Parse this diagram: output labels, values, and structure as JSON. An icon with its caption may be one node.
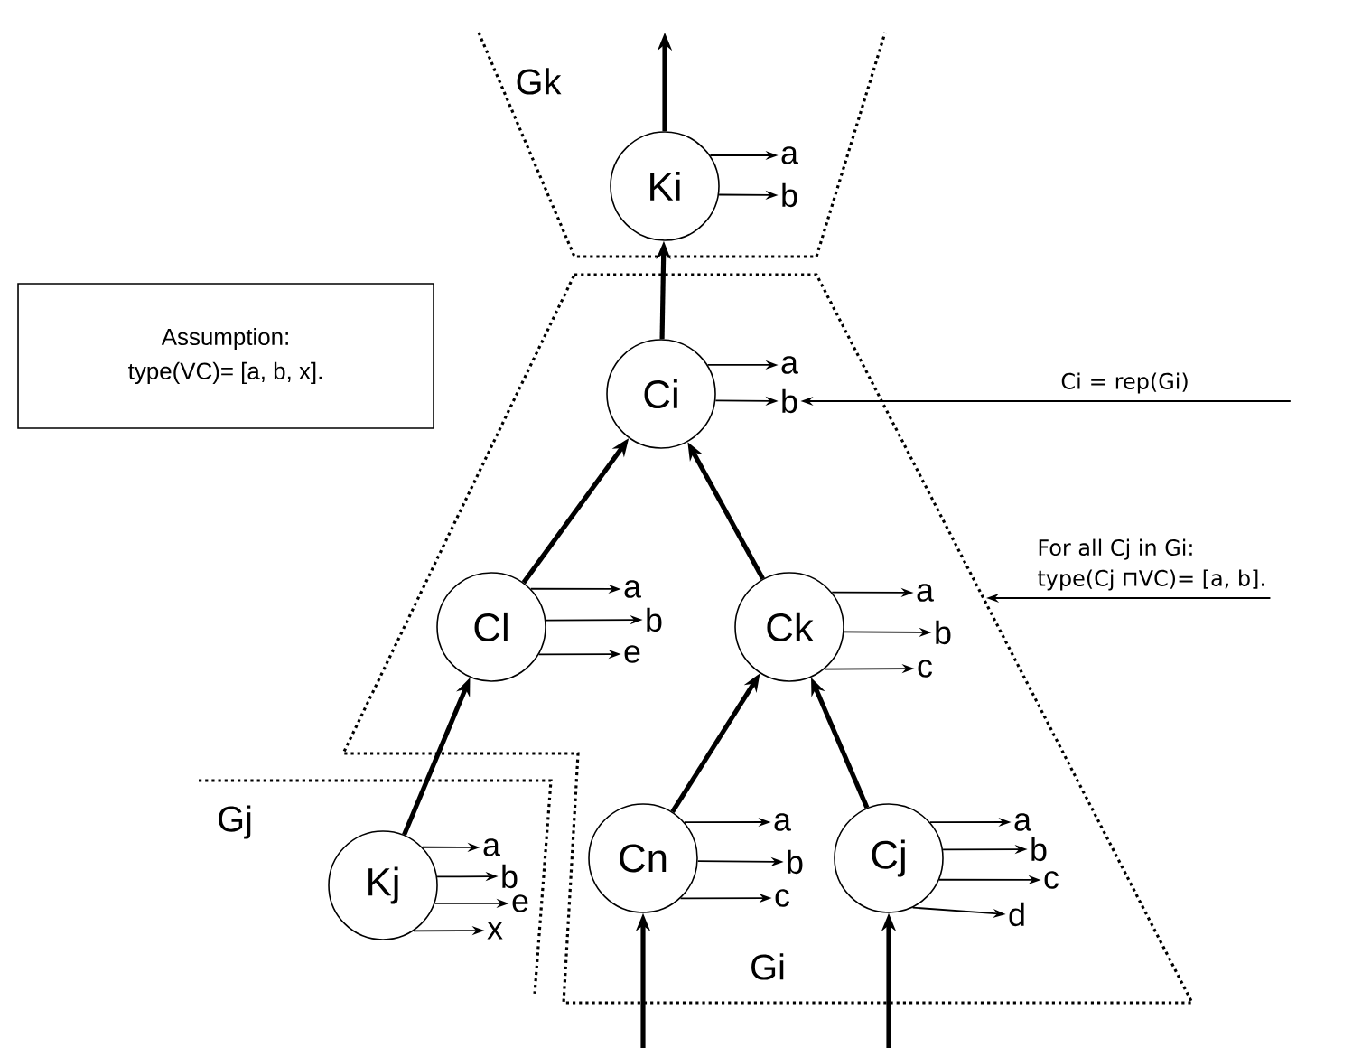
{
  "diagram": {
    "nodes": [
      {
        "text": [
          "Ki"
        ]
      },
      {
        "text": [
          "Ci"
        ]
      },
      {
        "text": [
          "Cl"
        ]
      },
      {
        "text": [
          "Ck"
        ]
      },
      {
        "text": [
          "Kj"
        ]
      },
      {
        "text": [
          "Cn"
        ]
      },
      {
        "text": [
          "Cj"
        ]
      },
      {
        "text": [
          "Assumption:",
          "type(VC)= [a, b, x]."
        ]
      },
      {
        "text": [
          "Ci = rep(Gi)"
        ]
      },
      {
        "text": [
          "For all Cj in Gi:",
          "type(Cj ⊓VC)= [a, b]."
        ]
      },
      {
        "text": [
          "a"
        ]
      },
      {
        "text": [
          "b"
        ]
      },
      {
        "text": [
          "a"
        ]
      },
      {
        "text": [
          "b"
        ]
      },
      {
        "text": [
          "a"
        ]
      },
      {
        "text": [
          "b"
        ]
      },
      {
        "text": [
          "e"
        ]
      },
      {
        "text": [
          "a"
        ]
      },
      {
        "text": [
          "b"
        ]
      },
      {
        "text": [
          "c"
        ]
      },
      {
        "text": [
          "a"
        ]
      },
      {
        "text": [
          "b"
        ]
      },
      {
        "text": [
          "e"
        ]
      },
      {
        "text": [
          "x"
        ]
      },
      {
        "text": [
          "a"
        ]
      },
      {
        "text": [
          "b"
        ]
      },
      {
        "text": [
          "c"
        ]
      },
      {
        "text": [
          "a"
        ]
      },
      {
        "text": [
          "b"
        ]
      },
      {
        "text": [
          "c"
        ]
      },
      {
        "text": [
          "d"
        ]
      }
    ],
    "edges": [
      {
        "from": 1,
        "to": 0,
        "arrow": "to",
        "style": "thick"
      },
      {
        "from": 2,
        "to": 1,
        "arrow": "to",
        "style": "thick"
      },
      {
        "from": 3,
        "to": 1,
        "arrow": "to",
        "style": "thick"
      },
      {
        "from": 4,
        "to": 2,
        "arrow": "to",
        "style": "thick"
      },
      {
        "from": 5,
        "to": 3,
        "arrow": "to",
        "style": "thick"
      },
      {
        "from": 6,
        "to": 3,
        "arrow": "to",
        "style": "thick"
      },
      {
        "from": 0,
        "to": null,
        "arrow": "to",
        "style": "thick"
      },
      {
        "from": null,
        "to": 5,
        "arrow": "to",
        "style": "thick"
      },
      {
        "from": null,
        "to": 6,
        "arrow": "to",
        "style": "thick"
      },
      {
        "from": 8,
        "to": 13,
        "arrow": "to"
      },
      {
        "from": 9,
        "to": null,
        "arrow": "to"
      },
      {
        "from": 0,
        "to": 10,
        "arrow": "to"
      },
      {
        "from": 0,
        "to": 11,
        "arrow": "to"
      },
      {
        "from": 1,
        "to": 12,
        "arrow": "to"
      },
      {
        "from": 1,
        "to": 13,
        "arrow": "to"
      },
      {
        "from": 2,
        "to": 14,
        "arrow": "to"
      },
      {
        "from": 2,
        "to": 15,
        "arrow": "to"
      },
      {
        "from": 2,
        "to": 16,
        "arrow": "to"
      },
      {
        "from": 3,
        "to": 17,
        "arrow": "to"
      },
      {
        "from": 3,
        "to": 18,
        "arrow": "to"
      },
      {
        "from": 3,
        "to": 19,
        "arrow": "to"
      },
      {
        "from": 4,
        "to": 20,
        "arrow": "to"
      },
      {
        "from": 4,
        "to": 21,
        "arrow": "to"
      },
      {
        "from": 4,
        "to": 22,
        "arrow": "to"
      },
      {
        "from": 4,
        "to": 23,
        "arrow": "to"
      },
      {
        "from": 5,
        "to": 24,
        "arrow": "to"
      },
      {
        "from": 5,
        "to": 25,
        "arrow": "to"
      },
      {
        "from": 5,
        "to": 26,
        "arrow": "to"
      },
      {
        "from": 6,
        "to": 27,
        "arrow": "to"
      },
      {
        "from": 6,
        "to": 28,
        "arrow": "to"
      },
      {
        "from": 6,
        "to": 29,
        "arrow": "to"
      },
      {
        "from": 6,
        "to": 30,
        "arrow": "to"
      }
    ],
    "labels": [
      "Gk",
      "Gj",
      "Gi"
    ]
  }
}
